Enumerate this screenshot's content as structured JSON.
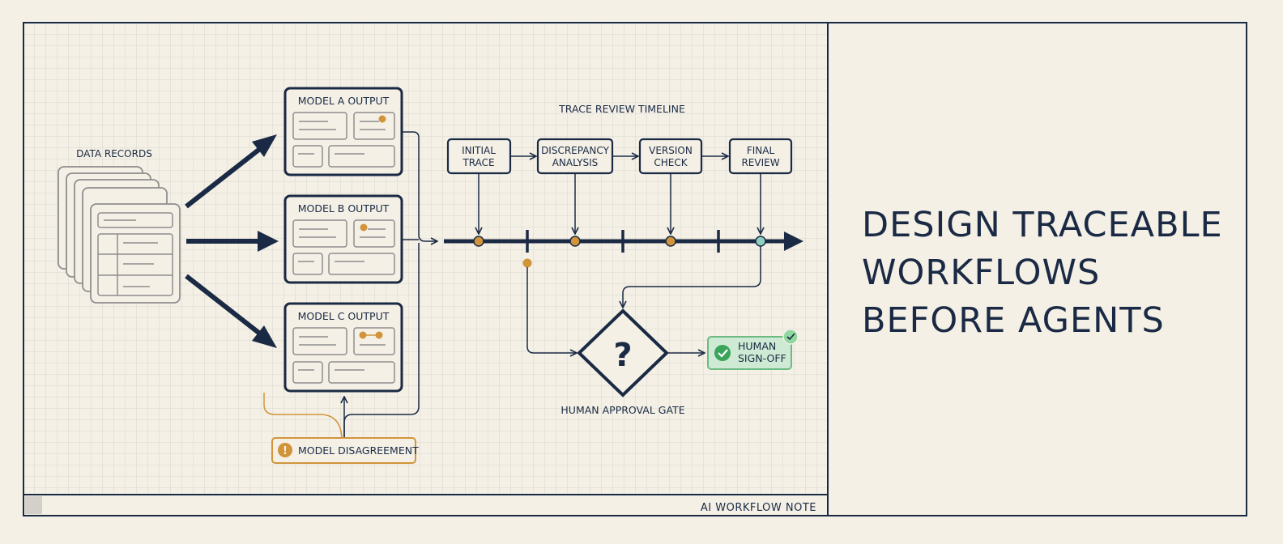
{
  "colors": {
    "navy": "#1b2a44",
    "paper": "#f4f0e6",
    "grid": "#d9d6ce",
    "orange": "#d1943a",
    "teal": "#8fd0c0",
    "green_fill": "#cfead4",
    "green_stroke": "#6dbb82",
    "green_check": "#3aa45a",
    "sketch_gray": "#8e8e8e"
  },
  "diagram": {
    "data_records_label": "DATA RECORDS",
    "models": [
      {
        "title": "MODEL A OUTPUT"
      },
      {
        "title": "MODEL B OUTPUT"
      },
      {
        "title": "MODEL C OUTPUT"
      }
    ],
    "disagreement": {
      "icon": "exclamation-icon",
      "label": "MODEL DISAGREEMENT"
    },
    "timeline": {
      "title": "TRACE REVIEW TIMELINE",
      "steps": [
        {
          "line1": "INITIAL",
          "line2": "TRACE"
        },
        {
          "line1": "DISCREPANCY",
          "line2": "ANALYSIS"
        },
        {
          "line1": "VERSION",
          "line2": "CHECK"
        },
        {
          "line1": "FINAL",
          "line2": "REVIEW"
        }
      ]
    },
    "gate": {
      "symbol": "?",
      "label": "HUMAN APPROVAL GATE"
    },
    "signoff": {
      "line1": "HUMAN",
      "line2": "SIGN-OFF",
      "icon": "check-icon"
    }
  },
  "footer": {
    "note": "AI WORKFLOW NOTE"
  },
  "headline": {
    "lines": [
      "DESIGN TRACEABLE",
      "WORKFLOWS",
      "BEFORE AGENTS"
    ]
  }
}
